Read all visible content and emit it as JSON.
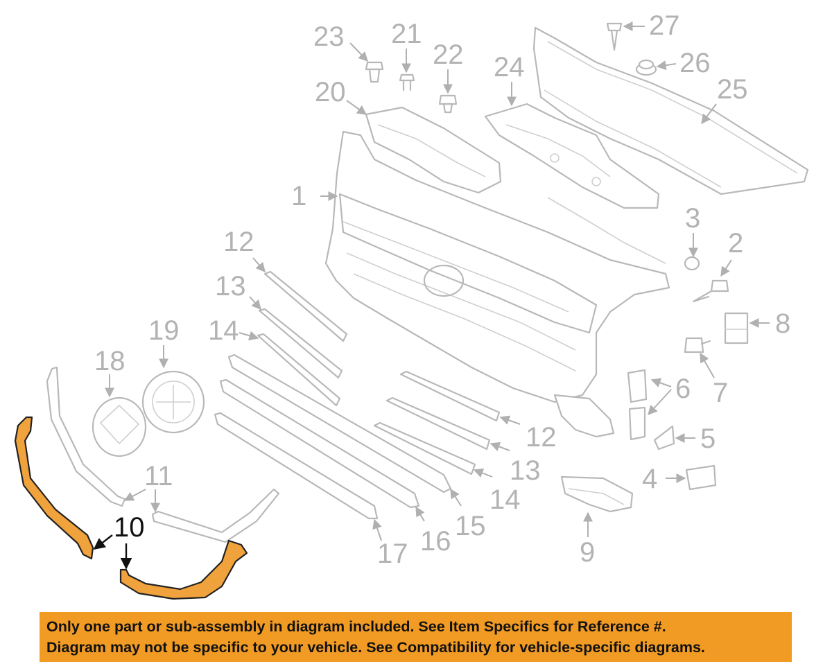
{
  "diagram": {
    "callouts": [
      {
        "id": "1",
        "label": "1"
      },
      {
        "id": "2",
        "label": "2"
      },
      {
        "id": "3",
        "label": "3"
      },
      {
        "id": "4",
        "label": "4"
      },
      {
        "id": "5",
        "label": "5"
      },
      {
        "id": "6",
        "label": "6"
      },
      {
        "id": "7",
        "label": "7"
      },
      {
        "id": "8",
        "label": "8"
      },
      {
        "id": "9",
        "label": "9"
      },
      {
        "id": "10",
        "label": "10"
      },
      {
        "id": "11",
        "label": "11"
      },
      {
        "id": "12a",
        "label": "12"
      },
      {
        "id": "12b",
        "label": "12"
      },
      {
        "id": "13a",
        "label": "13"
      },
      {
        "id": "13b",
        "label": "13"
      },
      {
        "id": "14a",
        "label": "14"
      },
      {
        "id": "14b",
        "label": "14"
      },
      {
        "id": "15",
        "label": "15"
      },
      {
        "id": "16",
        "label": "16"
      },
      {
        "id": "17",
        "label": "17"
      },
      {
        "id": "18",
        "label": "18"
      },
      {
        "id": "19",
        "label": "19"
      },
      {
        "id": "20",
        "label": "20"
      },
      {
        "id": "21",
        "label": "21"
      },
      {
        "id": "22",
        "label": "22"
      },
      {
        "id": "23",
        "label": "23"
      },
      {
        "id": "24",
        "label": "24"
      },
      {
        "id": "25",
        "label": "25"
      },
      {
        "id": "26",
        "label": "26"
      },
      {
        "id": "27",
        "label": "27"
      }
    ],
    "highlight_color": "#f0a23c"
  },
  "banner": {
    "line1": "Only one part or sub-assembly in diagram included. See Item Specifics for Reference #.",
    "line2": "Diagram may not be specific to your vehicle. See Compatibility for vehicle-specific diagrams.",
    "color": "#f29b24"
  }
}
